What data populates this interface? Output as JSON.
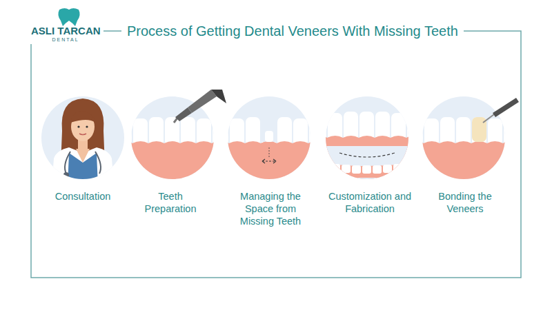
{
  "diagram": {
    "title": "Process of Getting Dental Veneers With Missing Teeth",
    "nodes": [
      {
        "text": [
          "Consultation"
        ]
      },
      {
        "text": [
          "Teeth Preparation"
        ]
      },
      {
        "text": [
          "Managing the Space from Missing Teeth"
        ]
      },
      {
        "text": [
          "Customization and Fabrication"
        ]
      },
      {
        "text": [
          "Bonding the Veneers"
        ]
      }
    ],
    "labels": [
      "ASLI TARCAN",
      "DENTAL"
    ]
  }
}
